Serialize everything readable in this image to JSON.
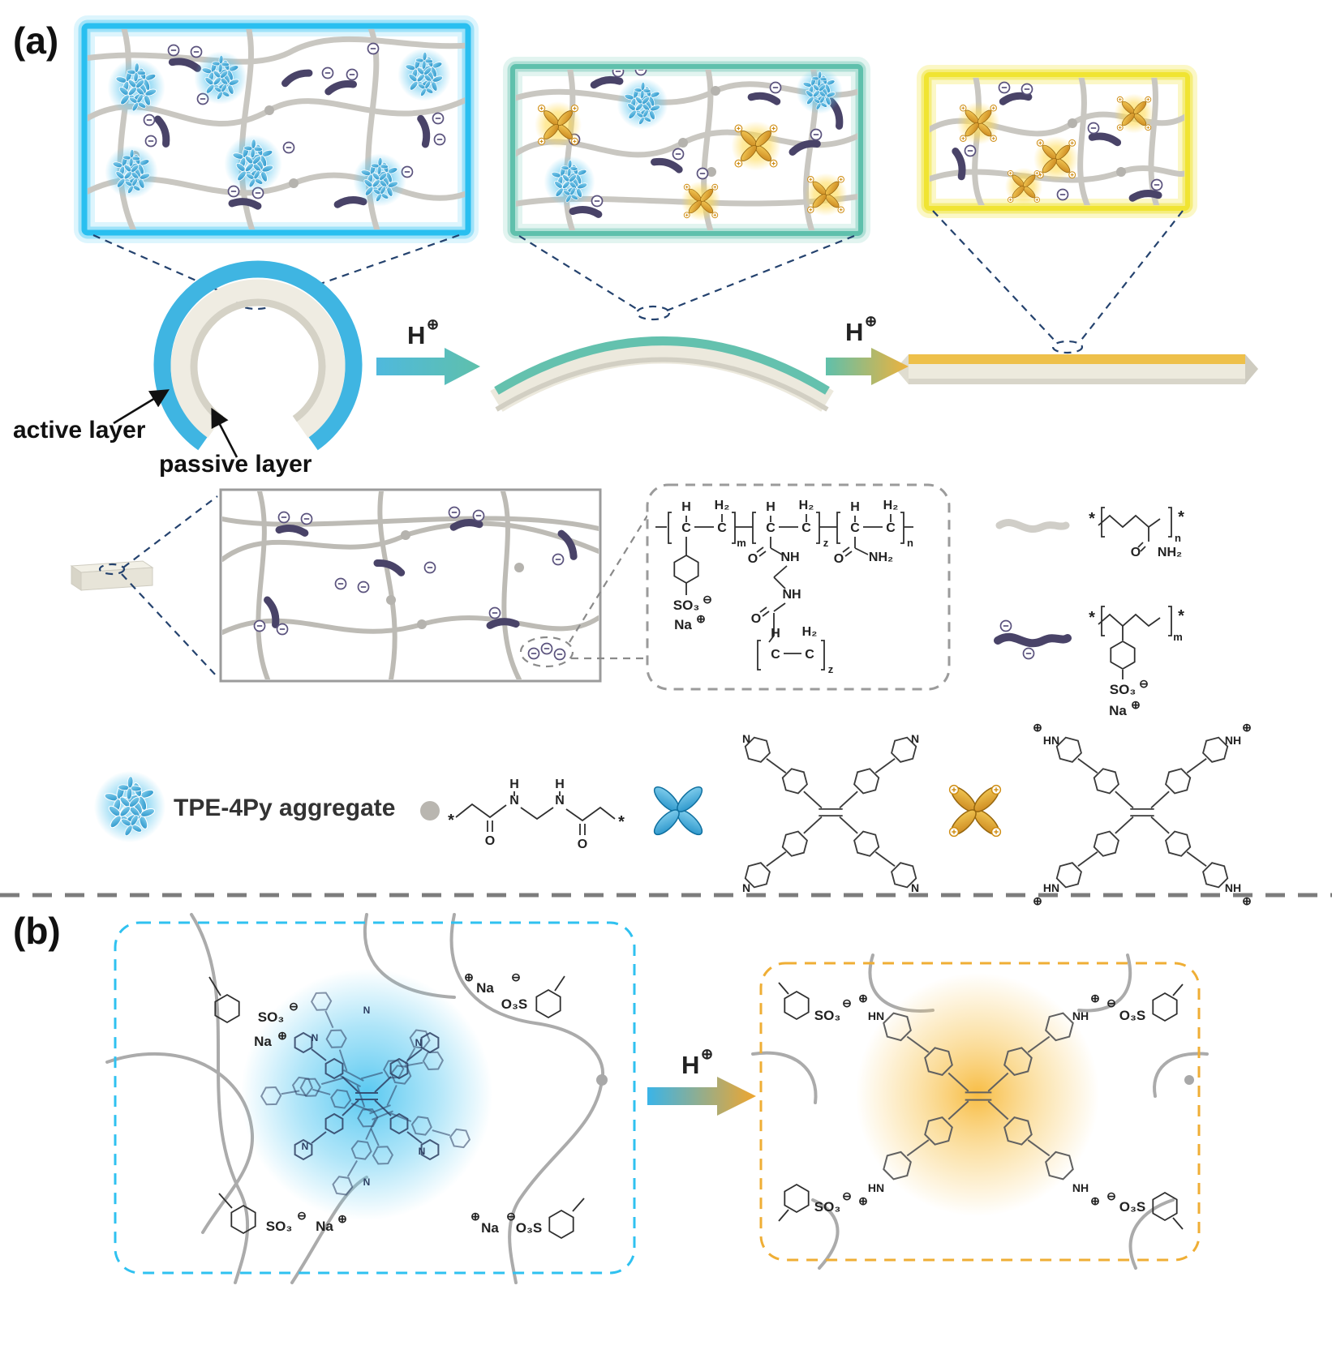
{
  "figure": {
    "panel_a_label": "(a)",
    "panel_b_label": "(b)",
    "active_layer": "active layer",
    "passive_layer": "passive layer",
    "aggregate_legend": "TPE-4Py aggregate",
    "proton": "H",
    "plus_charge": "⊕"
  },
  "chem": {
    "so3": "SO₃",
    "o3s": "O₃S",
    "na": "Na",
    "minus": "⊖",
    "plus": "⊕",
    "o": "O",
    "n": "N",
    "h": "H",
    "h2": "H₂",
    "c": "C",
    "nh": "NH",
    "nh2": "NH₂",
    "hn": "HN",
    "sub_m": "m",
    "sub_z": "z",
    "sub_n": "n",
    "star": "*"
  },
  "colors": {
    "cyan_box": "#29bff0",
    "teal_box": "#5fc0ac",
    "yellow_box": "#f0e432",
    "blue_layer": "#3fb5e2",
    "teal_layer": "#64c1ae",
    "yellow_layer": "#eec04a",
    "passive_beige": "#efece2",
    "polyanion_purple": "#494368",
    "strand_gray": "#c9c7c1",
    "aggregate_blue": "#1f8ec6",
    "protonated_orange": "#c8821a",
    "navy_dash": "#24426e"
  }
}
